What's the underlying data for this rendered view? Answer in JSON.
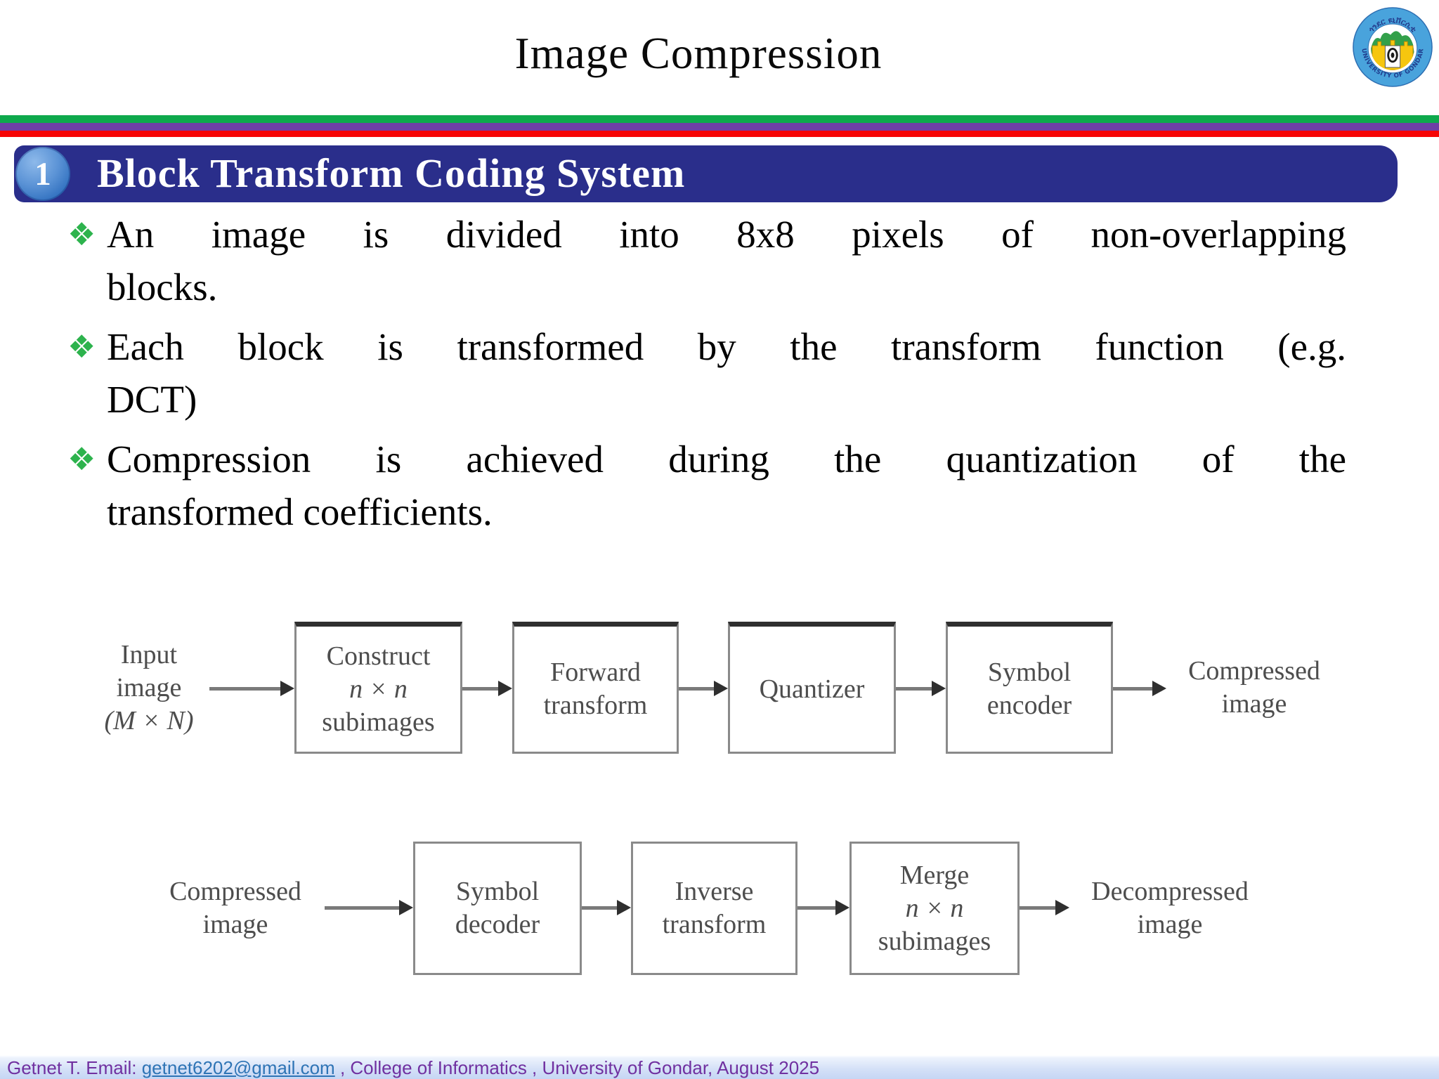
{
  "header": {
    "title": "Image Compression"
  },
  "logo": {
    "top_text": "ጎንደር ዩኒቨርሲቲ",
    "bottom_text": "UNIVERSITY OF GONDAR"
  },
  "banner": {
    "number": "1",
    "title": "Block Transform Coding System",
    "bg_color": "#2a2e8b",
    "badge_color": "#2f6fbe"
  },
  "accent_colors": {
    "separator_green": "#0ea94c",
    "separator_purple": "#6f3fa6",
    "separator_red": "#f60505",
    "bullet_marker_green": "#2db34d"
  },
  "body": {
    "bullets": [
      {
        "lines": [
          "An image is divided into 8x8 pixels of non-overlapping",
          "blocks."
        ]
      },
      {
        "lines": [
          "Each block is transformed by the transform  function (e.g.",
          "DCT)"
        ]
      },
      {
        "lines": [
          "Compression is achieved during the quantization of the",
          "transformed coefficients."
        ]
      }
    ]
  },
  "diagram": {
    "encoder": {
      "input_label": {
        "lines": [
          "Input",
          "image",
          "(M × N)"
        ]
      },
      "boxes": [
        {
          "lines": [
            "Construct",
            "n × n",
            "subimages"
          ]
        },
        {
          "lines": [
            "Forward",
            "transform"
          ]
        },
        {
          "lines": [
            "Quantizer"
          ]
        },
        {
          "lines": [
            "Symbol",
            "encoder"
          ]
        }
      ],
      "output_label": {
        "lines": [
          "Compressed",
          "image"
        ]
      }
    },
    "decoder": {
      "input_label": {
        "lines": [
          "Compressed",
          "image"
        ]
      },
      "boxes": [
        {
          "lines": [
            "Symbol",
            "decoder"
          ]
        },
        {
          "lines": [
            "Inverse",
            "transform"
          ]
        },
        {
          "lines": [
            "Merge",
            "n × n",
            "subimages"
          ]
        }
      ],
      "output_label": {
        "lines": [
          "Decompressed",
          "image"
        ]
      }
    }
  },
  "footer": {
    "prefix": "Getnet T. Email: ",
    "email": "getnet6202@gmail.com",
    "suffix": " , College of Informatics , University of Gondar, August 2025"
  }
}
